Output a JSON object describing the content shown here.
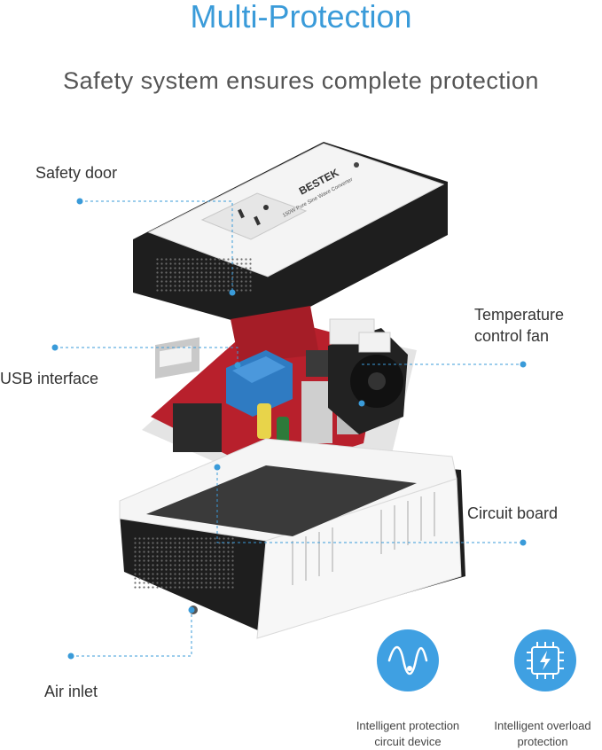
{
  "header": {
    "title": "Multi-Protection",
    "subtitle": "Safety system ensures complete protection"
  },
  "product": {
    "brand": "BESTEK",
    "label": "150W Pure Sine Wave Converter"
  },
  "callouts": {
    "safety_door": "Safety door",
    "usb_interface": "USB interface",
    "temperature_fan_line1": "Temperature",
    "temperature_fan_line2": "control fan",
    "circuit_board": "Circuit board",
    "air_inlet": "Air inlet"
  },
  "features": [
    {
      "icon": "sine-wave-icon",
      "line1": "Intelligent protection",
      "line2": "circuit device"
    },
    {
      "icon": "chip-lightning-icon",
      "line1": "Intelligent overload",
      "line2": "protection"
    }
  ],
  "colors": {
    "accent": "#3a9bd9",
    "icon_bg": "#3fa0e2",
    "board_red": "#b8202c",
    "case_black": "#1e1e1e"
  }
}
